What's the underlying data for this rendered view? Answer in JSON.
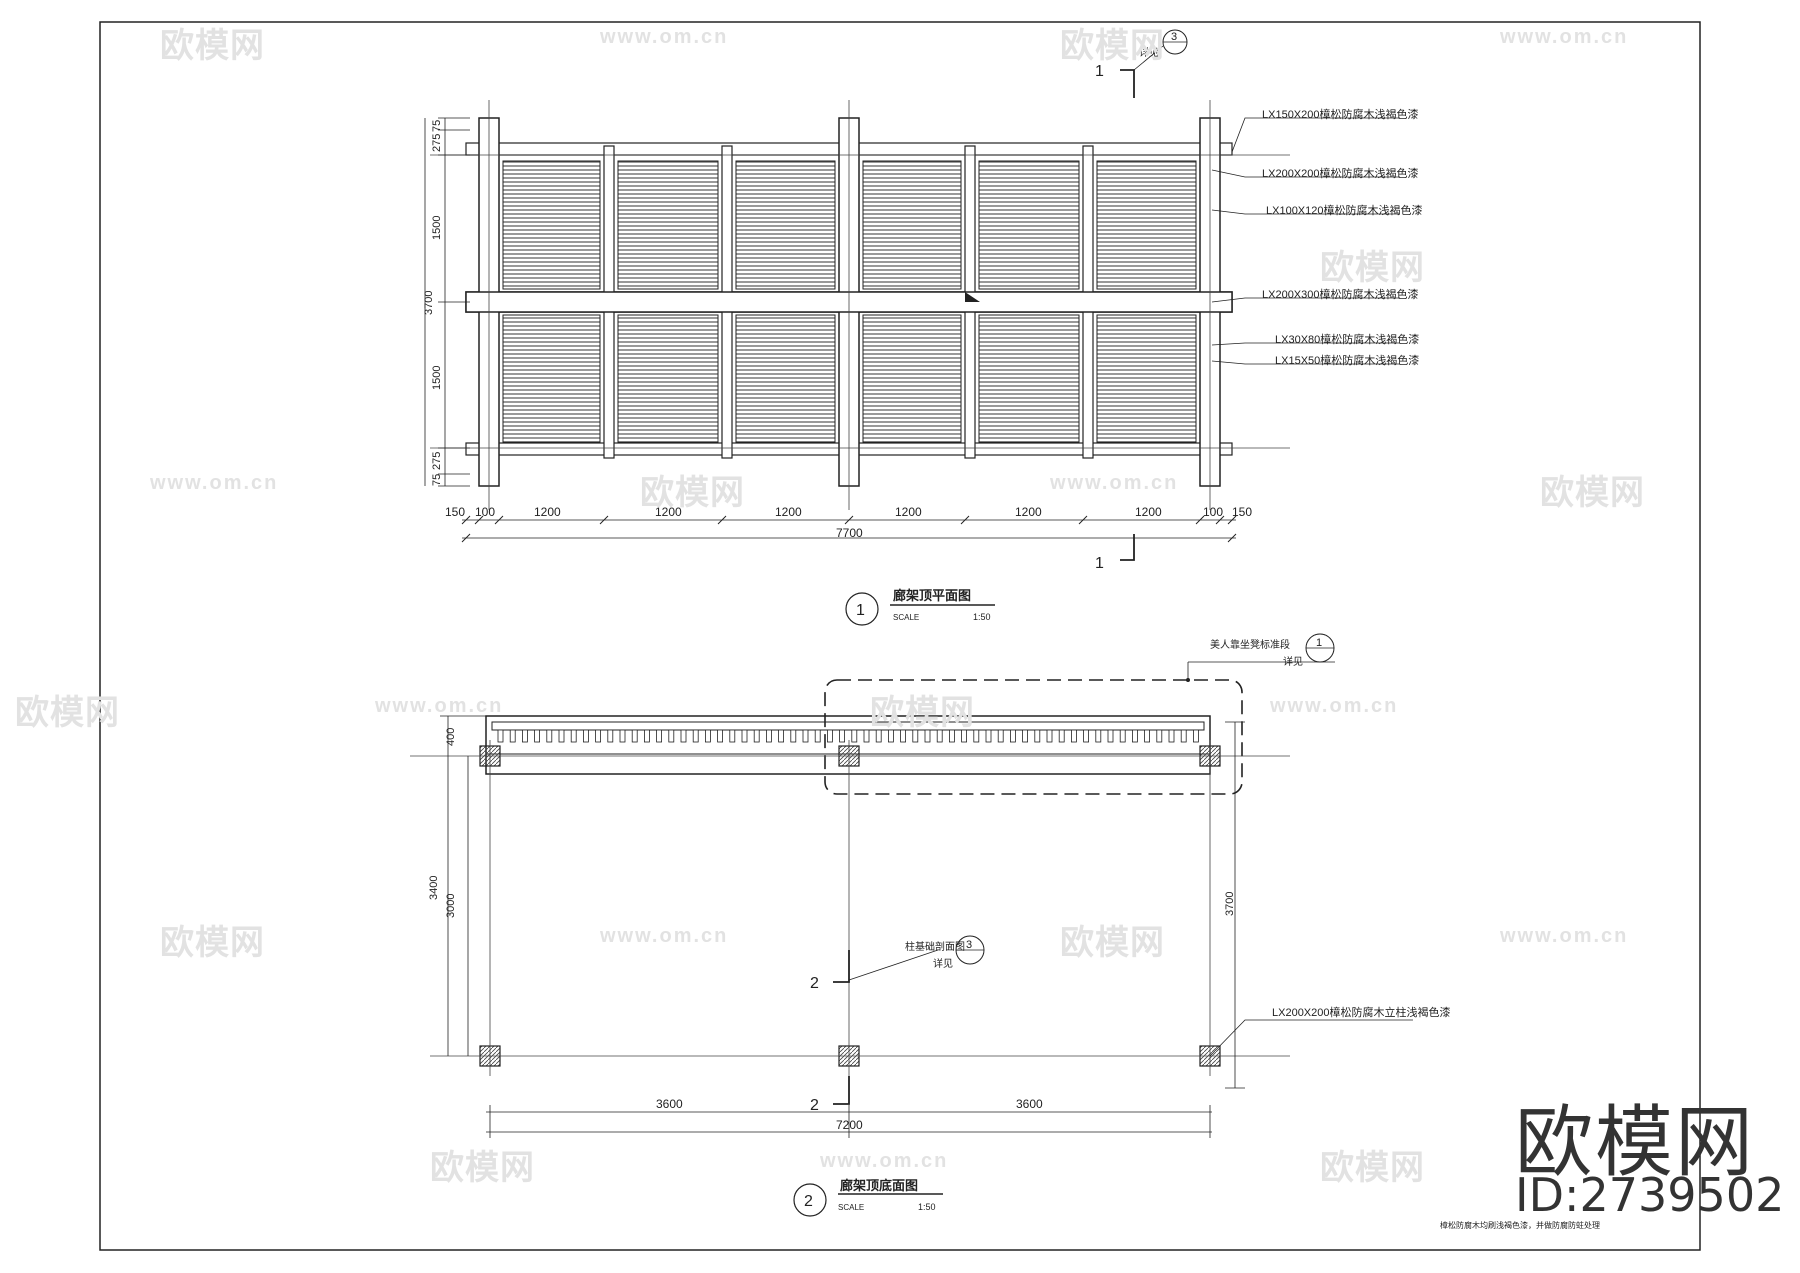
{
  "plan": {
    "callout_detail_label": "详见",
    "callout_detail_num": "3",
    "section_mark": "1",
    "labels": [
      "LX150X200樟松防腐木浅褐色漆",
      "LX200X200樟松防腐木浅褐色漆",
      "LX100X120樟松防腐木浅褐色漆",
      "LX200X300樟松防腐木浅褐色漆",
      "LX30X80樟松防腐木浅褐色漆",
      "LX15X50樟松防腐木浅褐色漆"
    ],
    "dims_bottom": [
      "150",
      "100",
      "1200",
      "1200",
      "1200",
      "1200",
      "1200",
      "1200",
      "100",
      "150"
    ],
    "dim_total": "7700",
    "dims_left": [
      "75",
      "275",
      "1500",
      "1500",
      "275",
      "75"
    ],
    "dim_left_total": "3700",
    "title_num": "1",
    "title": "廊架顶平面图",
    "scale_label": "SCALE",
    "scale": "1:50"
  },
  "elevation": {
    "callout_top_label": "美人靠坐凳标准段",
    "callout_top_sub": "详见",
    "callout_top_num": "1",
    "callout_mid_label": "柱基础剖面图",
    "callout_mid_sub": "详见",
    "callout_mid_num": "3",
    "section_mark": "2",
    "post_label": "LX200X200樟松防腐木立柱浅褐色漆",
    "dims_left": [
      "400",
      "3000",
      "3400"
    ],
    "dim_right": "3700",
    "dims_bottom": [
      "3600",
      "3600"
    ],
    "dim_total": "7200",
    "title_num": "2",
    "title": "廊架顶底面图",
    "scale_label": "SCALE",
    "scale": "1:50"
  },
  "note": "樟松防腐木均刷浅褐色漆，并做防腐防蛀处理",
  "watermark": {
    "brand": "欧模网",
    "id": "ID:2739502",
    "url": "www.om.cn"
  },
  "colors": {
    "line": "#222222",
    "hatch": "#555555",
    "watermark": "#e2e2e2"
  }
}
